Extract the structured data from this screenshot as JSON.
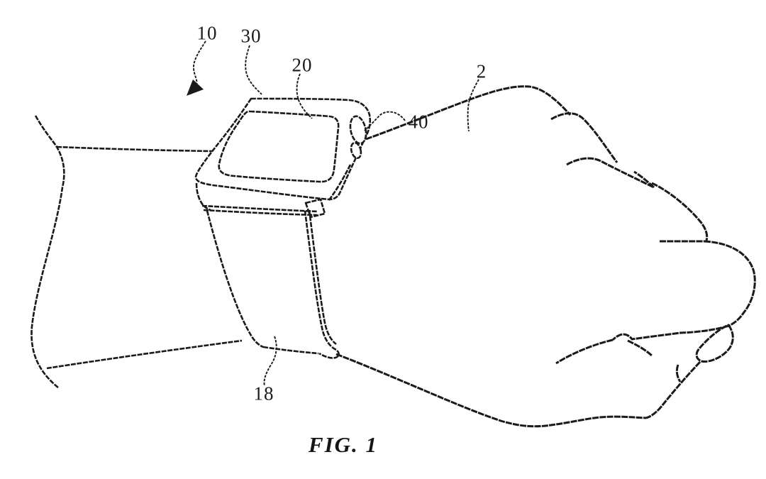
{
  "figure_caption": "FIG. 1",
  "labels": {
    "10": "10",
    "30": "30",
    "20": "20",
    "2": "2",
    "40": "40",
    "18": "18"
  },
  "colors": {
    "ink": "#1a1a1a",
    "background": "#ffffff"
  }
}
